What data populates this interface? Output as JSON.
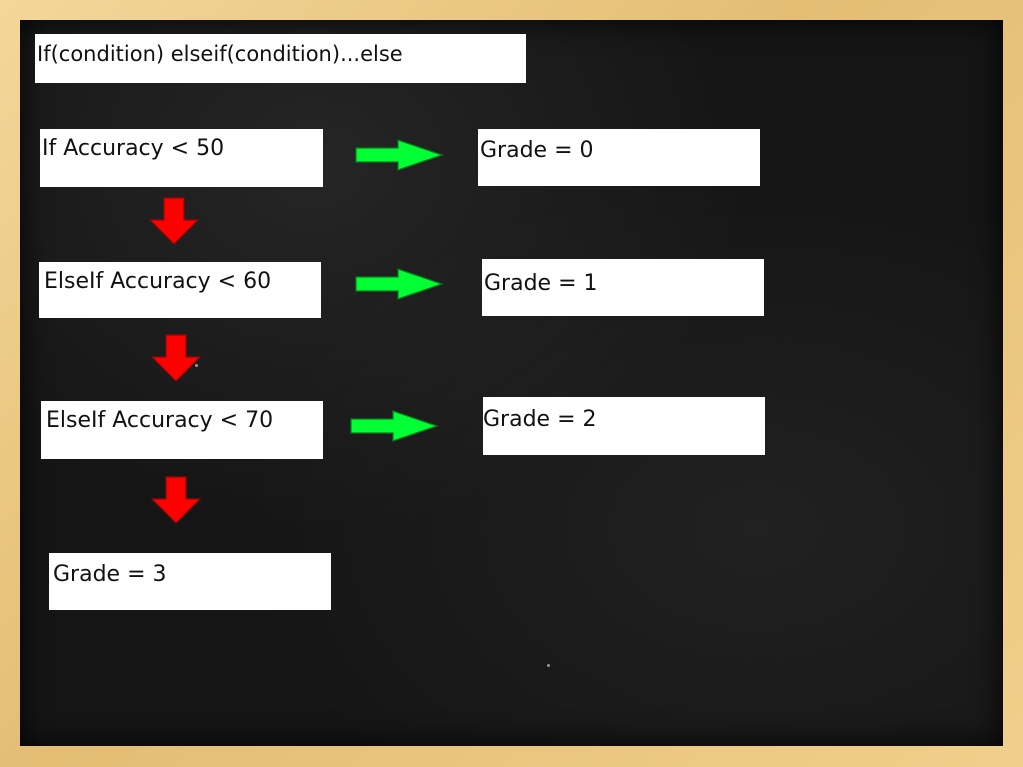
{
  "title": "If(condition) elseif(condition)...else",
  "conditions": [
    "If Accuracy < 50",
    "ElseIf Accuracy < 60",
    "ElseIf Accuracy < 70"
  ],
  "results": [
    "Grade = 0",
    "Grade = 1",
    "Grade = 2"
  ],
  "else_result": "Grade = 3",
  "colors": {
    "down_arrow": "#ff0000",
    "right_arrow": "#00ff33",
    "board": "#151515",
    "frame": "#e9c98a"
  }
}
